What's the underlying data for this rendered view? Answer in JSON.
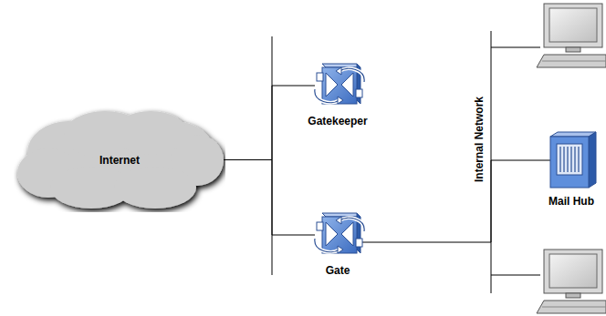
{
  "diagram": {
    "nodes": [
      {
        "text": [
          "Internet"
        ]
      },
      {
        "text": [
          "Gatekeeper"
        ]
      },
      {
        "text": [
          "Gate"
        ]
      },
      {
        "text": [
          "Mail Hub"
        ]
      }
    ],
    "edges": [
      {
        "from": 0,
        "to": 1,
        "arrow": "none"
      },
      {
        "from": 0,
        "to": 2,
        "arrow": "none"
      },
      {
        "from": 2,
        "to": 3,
        "arrow": "none"
      }
    ],
    "labels": [
      "Internal Network"
    ]
  }
}
